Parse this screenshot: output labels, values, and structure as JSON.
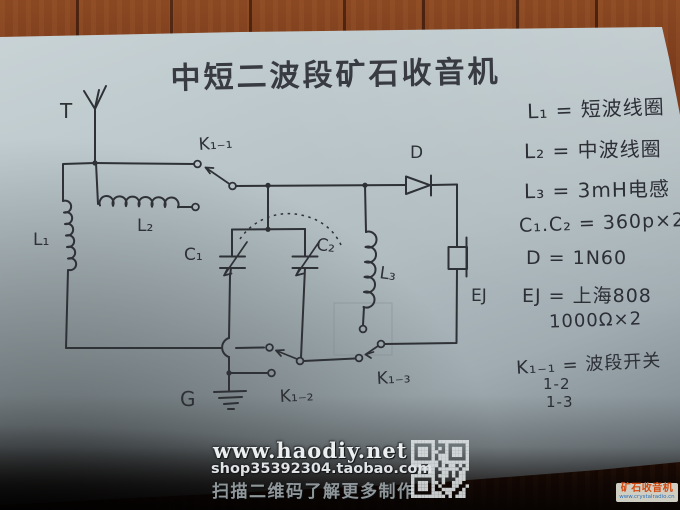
{
  "title": "中短二波段矿石收音机",
  "schematic": {
    "labels": {
      "antenna": "T",
      "switch1": "K₁₋₁",
      "diode": "D",
      "coil1": "L₁",
      "coil2": "L₂",
      "coil3": "L₃",
      "cap1": "C₁",
      "cap2": "C₂",
      "earphone": "EJ",
      "ground": "G",
      "switch2": "K₁₋₂",
      "switch3": "K₁₋₃"
    }
  },
  "notes": [
    "L₁ = 短波线圈",
    "L₂ = 中波线圈",
    "L₃ = 3mH电感",
    "C₁.C₂ = 360p×2",
    "D = 1N60",
    "EJ = 上海808",
    "1000Ω×2",
    "K₁₋₁ = 波段开关",
    "1-2",
    "1-3"
  ],
  "watermark": {
    "site": "www.haodiy.net",
    "shop": "shop35392304.taobao.com",
    "caption": "扫描二维码了解更多制作"
  },
  "badge": {
    "title": "矿石收音机",
    "url": "www.crystalradio.cn"
  },
  "colors": {
    "ink": "#2e3136",
    "paper": "#b8c4c8",
    "wood": "#7c3c1c",
    "badge_accent": "#d4490f",
    "badge_link": "#2f6fb3"
  }
}
